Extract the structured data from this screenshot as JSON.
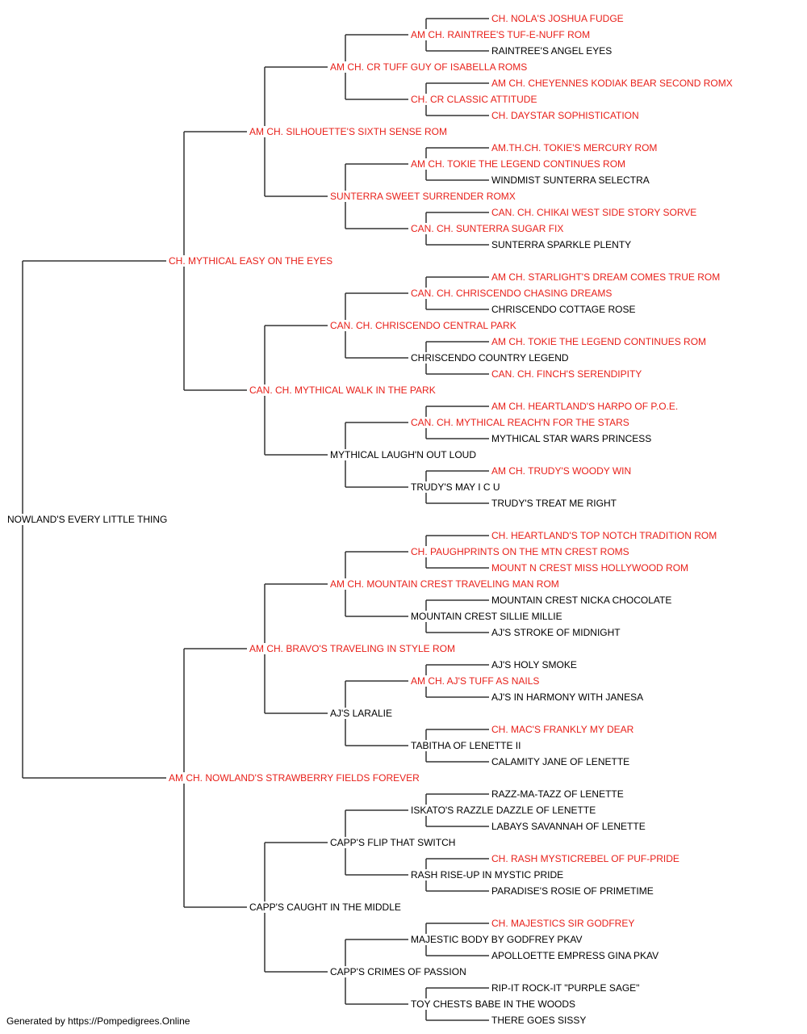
{
  "colors": {
    "champion": "#e8201a",
    "regular": "#000000",
    "line": "#333333"
  },
  "subject": {
    "name": "NOWLAND'S EVERY LITTLE THING",
    "champion": false
  },
  "parents": [
    {
      "name": "CH. MYTHICAL EASY ON THE EYES",
      "champion": true
    },
    {
      "name": "AM CH. NOWLAND'S STRAWBERRY FIELDS FOREVER",
      "champion": true
    }
  ],
  "grandparents": [
    {
      "name": "AM CH. SILHOUETTE'S SIXTH SENSE ROM",
      "champion": true
    },
    {
      "name": "CAN. CH. MYTHICAL WALK IN THE PARK",
      "champion": true
    },
    {
      "name": "AM CH. BRAVO'S TRAVELING IN STYLE ROM",
      "champion": true
    },
    {
      "name": "CAPP'S CAUGHT IN THE MIDDLE",
      "champion": false
    }
  ],
  "great_grandparents": [
    {
      "name": "AM CH. CR TUFF GUY OF ISABELLA ROMS",
      "champion": true
    },
    {
      "name": "SUNTERRA SWEET SURRENDER ROMX",
      "champion": true
    },
    {
      "name": "CAN. CH. CHRISCENDO CENTRAL PARK",
      "champion": true
    },
    {
      "name": "MYTHICAL LAUGH'N OUT LOUD",
      "champion": false
    },
    {
      "name": "AM CH. MOUNTAIN CREST TRAVELING MAN ROM",
      "champion": true
    },
    {
      "name": "AJ'S LARALIE",
      "champion": false
    },
    {
      "name": "CAPP'S FLIP THAT SWITCH",
      "champion": false
    },
    {
      "name": "CAPP'S CRIMES OF PASSION",
      "champion": false
    }
  ],
  "generation_4": [
    {
      "name": "AM CH. RAINTREE'S TUF-E-NUFF ROM",
      "champion": true
    },
    {
      "name": "CH. CR CLASSIC ATTITUDE",
      "champion": true
    },
    {
      "name": "AM CH. TOKIE THE LEGEND CONTINUES ROM",
      "champion": true
    },
    {
      "name": "CAN. CH. SUNTERRA SUGAR FIX",
      "champion": true
    },
    {
      "name": "CAN. CH. CHRISCENDO CHASING DREAMS",
      "champion": true
    },
    {
      "name": "CHRISCENDO COUNTRY LEGEND",
      "champion": false
    },
    {
      "name": "CAN. CH. MYTHICAL REACH'N FOR THE STARS",
      "champion": true
    },
    {
      "name": "TRUDY'S MAY I C U",
      "champion": false
    },
    {
      "name": "CH. PAUGHPRINTS ON THE MTN CREST ROMS",
      "champion": true
    },
    {
      "name": "MOUNTAIN CREST SILLIE MILLIE",
      "champion": false
    },
    {
      "name": "AM CH. AJ'S TUFF AS NAILS",
      "champion": true
    },
    {
      "name": "TABITHA OF LENETTE II",
      "champion": false
    },
    {
      "name": "ISKATO'S RAZZLE DAZZLE OF LENETTE",
      "champion": false
    },
    {
      "name": "RASH RISE-UP IN MYSTIC PRIDE",
      "champion": false
    },
    {
      "name": "MAJESTIC BODY BY GODFREY PKAV",
      "champion": false
    },
    {
      "name": "TOY CHESTS BABE IN THE WOODS",
      "champion": false
    }
  ],
  "generation_5": [
    {
      "name": "CH. NOLA'S JOSHUA FUDGE",
      "champion": true
    },
    {
      "name": "RAINTREE'S ANGEL EYES",
      "champion": false
    },
    {
      "name": "AM CH. CHEYENNES KODIAK BEAR SECOND ROMX",
      "champion": true
    },
    {
      "name": "CH. DAYSTAR SOPHISTICATION",
      "champion": true
    },
    {
      "name": "AM.TH.CH. TOKIE'S MERCURY ROM",
      "champion": true
    },
    {
      "name": "WINDMIST SUNTERRA SELECTRA",
      "champion": false
    },
    {
      "name": "CAN. CH. CHIKAI WEST SIDE STORY SORVE",
      "champion": true
    },
    {
      "name": "SUNTERRA SPARKLE PLENTY",
      "champion": false
    },
    {
      "name": "AM CH. STARLIGHT'S DREAM COMES TRUE ROM",
      "champion": true
    },
    {
      "name": "CHRISCENDO COTTAGE ROSE",
      "champion": false
    },
    {
      "name": "AM CH. TOKIE THE LEGEND CONTINUES ROM",
      "champion": true
    },
    {
      "name": "CAN. CH. FINCH'S SERENDIPITY",
      "champion": true
    },
    {
      "name": "AM CH. HEARTLAND'S HARPO OF P.O.E.",
      "champion": true
    },
    {
      "name": "MYTHICAL STAR WARS PRINCESS",
      "champion": false
    },
    {
      "name": "AM CH. TRUDY'S WOODY WIN",
      "champion": true
    },
    {
      "name": "TRUDY'S TREAT ME RIGHT",
      "champion": false
    },
    {
      "name": "CH. HEARTLAND'S TOP NOTCH TRADITION ROM",
      "champion": true
    },
    {
      "name": "MOUNT N CREST MISS HOLLYWOOD ROM",
      "champion": true
    },
    {
      "name": "MOUNTAIN CREST NICKA CHOCOLATE",
      "champion": false
    },
    {
      "name": "AJ'S STROKE OF MIDNIGHT",
      "champion": false
    },
    {
      "name": "AJ'S HOLY SMOKE",
      "champion": false
    },
    {
      "name": "AJ'S IN HARMONY WITH JANESA",
      "champion": false
    },
    {
      "name": "CH. MAC'S FRANKLY MY DEAR",
      "champion": true
    },
    {
      "name": "CALAMITY JANE OF LENETTE",
      "champion": false
    },
    {
      "name": "RAZZ-MA-TAZZ OF LENETTE",
      "champion": false
    },
    {
      "name": "LABAYS SAVANNAH OF LENETTE",
      "champion": false
    },
    {
      "name": "CH. RASH MYSTICREBEL OF PUF-PRIDE",
      "champion": true
    },
    {
      "name": "PARADISE'S ROSIE OF PRIMETIME",
      "champion": false
    },
    {
      "name": "CH. MAJESTICS SIR GODFREY",
      "champion": true
    },
    {
      "name": "APOLLOETTE EMPRESS GINA PKAV",
      "champion": false
    },
    {
      "name": "RIP-IT ROCK-IT \"PURPLE SAGE\"",
      "champion": false
    },
    {
      "name": "THERE GOES SISSY",
      "champion": false
    }
  ],
  "footer": "Generated by https://Pompedigrees.Online"
}
